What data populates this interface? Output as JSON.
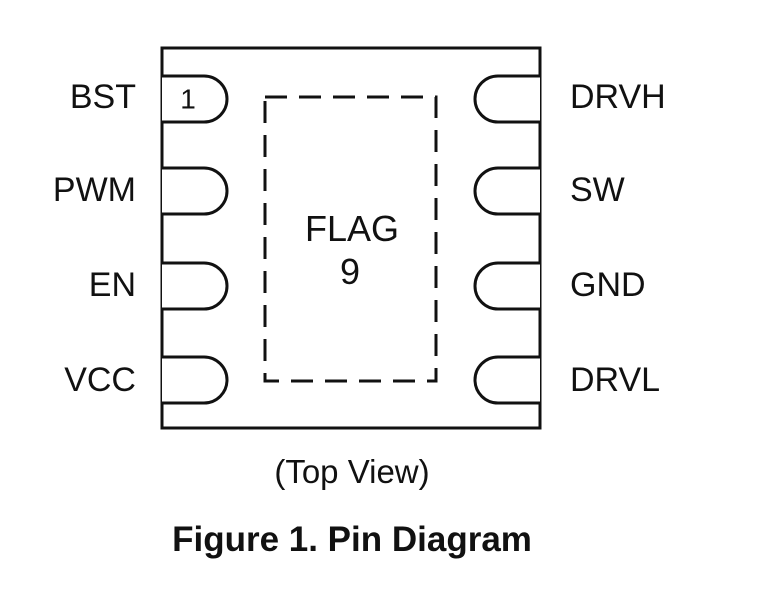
{
  "package": {
    "left_pins": [
      {
        "number": "1",
        "name": "BST"
      },
      {
        "number": "",
        "name": "PWM"
      },
      {
        "number": "",
        "name": "EN"
      },
      {
        "number": "",
        "name": "VCC"
      }
    ],
    "right_pins": [
      {
        "name": "DRVH"
      },
      {
        "name": "SW"
      },
      {
        "name": "GND"
      },
      {
        "name": "DRVL"
      }
    ],
    "thermal_pad": {
      "name": "FLAG",
      "number": "9"
    }
  },
  "view_label": "(Top View)",
  "caption": "Figure 1. Pin Diagram"
}
